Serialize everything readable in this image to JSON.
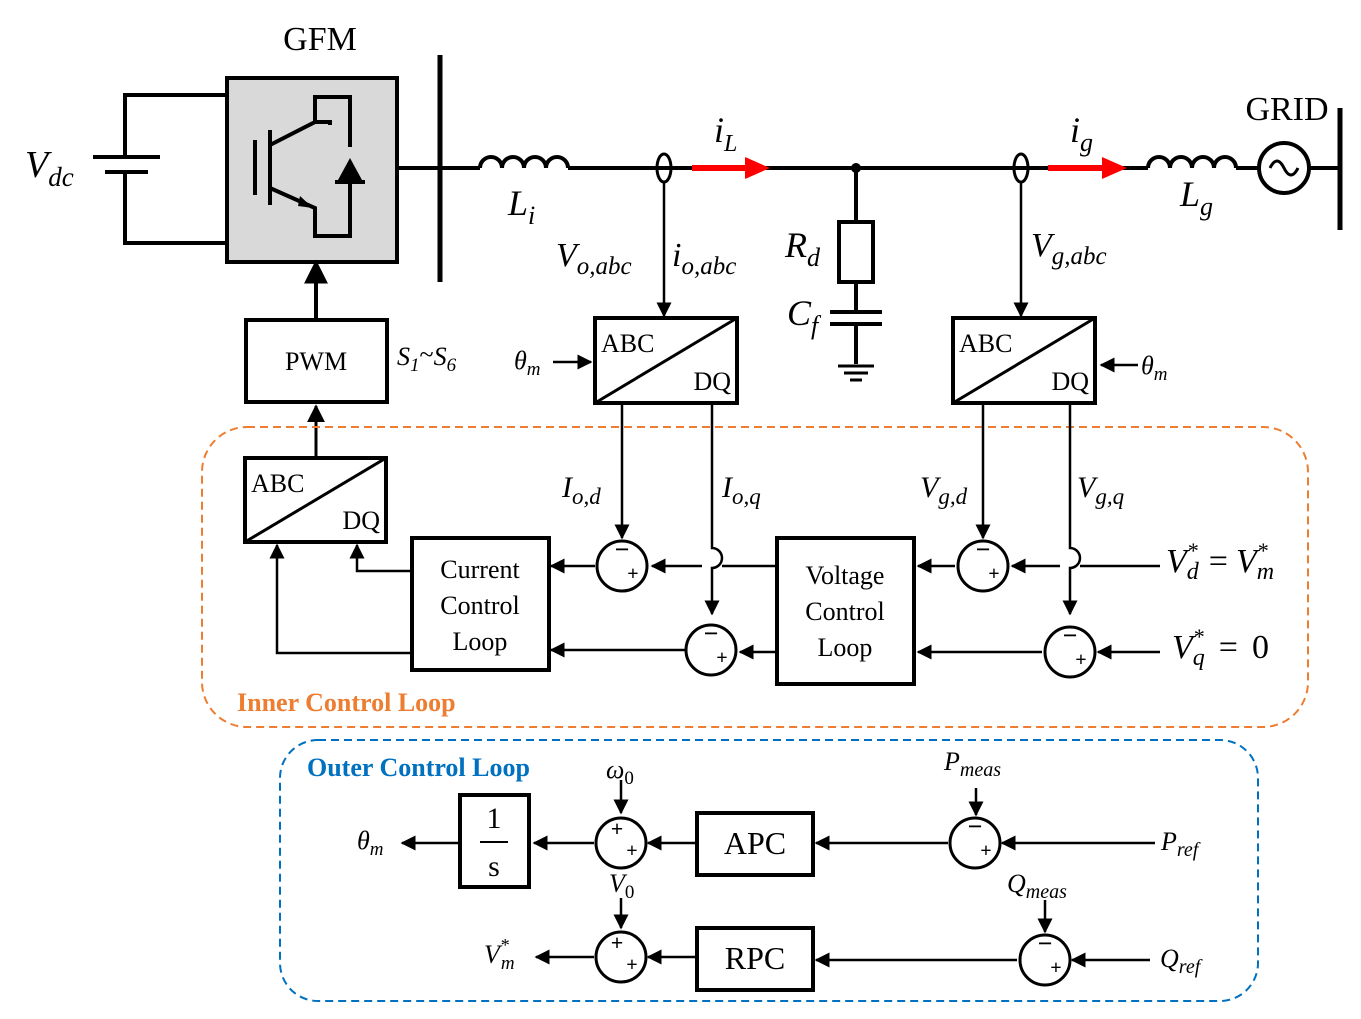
{
  "labels": {
    "gfm": "GFM",
    "grid": "GRID",
    "pwm": "PWM",
    "s_main": "S",
    "s_sub1": "1",
    "s_tilde": "~",
    "s_sub2": "6",
    "abc": "ABC",
    "dq": "DQ",
    "current_line1": "Current",
    "current_line2": "Control",
    "current_line3": "Loop",
    "voltage_line1": "Voltage",
    "voltage_line2": "Control",
    "voltage_line3": "Loop",
    "apc": "APC",
    "rpc": "RPC",
    "integrator_num": "1",
    "integrator_den": "s",
    "inner_loop": "Inner Control Loop",
    "outer_loop": "Outer Control Loop",
    "minus": "−",
    "plus": "+",
    "equals": "=",
    "zero": "0",
    "star": "*"
  },
  "symbols": {
    "vdc": {
      "main": "V",
      "sub": "dc"
    },
    "li": {
      "main": "L",
      "sub": "i"
    },
    "il": {
      "main": "i",
      "sub": "L"
    },
    "ig": {
      "main": "i",
      "sub": "g"
    },
    "lg": {
      "main": "L",
      "sub": "g"
    },
    "rd": {
      "main": "R",
      "sub": "d"
    },
    "cf": {
      "main": "C",
      "sub": "f"
    },
    "vo": {
      "main": "V",
      "sub": "o,abc"
    },
    "io": {
      "main": "i",
      "sub": "o,abc"
    },
    "vg": {
      "main": "V",
      "sub": "g,abc"
    },
    "theta": {
      "main": "θ",
      "sub": "m"
    },
    "iod": {
      "main": "I",
      "sub": "o,d"
    },
    "ioq": {
      "main": "I",
      "sub": "o,q"
    },
    "vgd": {
      "main": "V",
      "sub": "g,d"
    },
    "vgq": {
      "main": "V",
      "sub": "g,q"
    },
    "vd": {
      "main": "V",
      "sub": "d"
    },
    "vm": {
      "main": "V",
      "sub": "m"
    },
    "vq": {
      "main": "V",
      "sub": "q"
    },
    "omega0": {
      "main": "ω",
      "sub": "0"
    },
    "v0": {
      "main": "V",
      "sub": "0"
    },
    "pmeas": {
      "main": "P",
      "sub": "meas"
    },
    "pref": {
      "main": "P",
      "sub": "ref"
    },
    "qmeas": {
      "main": "Q",
      "sub": "meas"
    },
    "qref": {
      "main": "Q",
      "sub": "ref"
    }
  },
  "colors": {
    "line": "#000000",
    "current_arrow": "#ff0000",
    "converter_fill": "#d9d9d9",
    "inner_loop": "#ed7d31",
    "outer_loop": "#0070c0"
  }
}
